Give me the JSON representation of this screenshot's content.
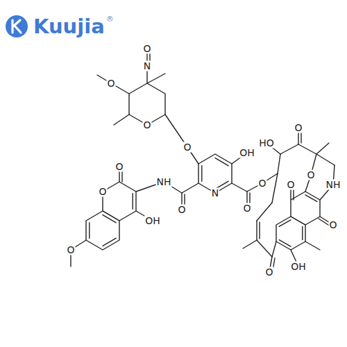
{
  "diagram": {
    "labels": [
      "Kuujia",
      "®",
      "O",
      "N",
      "O",
      "O",
      "O",
      "OH",
      "N",
      "NH",
      "O",
      "O",
      "O",
      "HO",
      "O",
      "O",
      "NH",
      "O",
      "O",
      "O",
      "OH",
      "O",
      "O",
      "OH",
      "O"
    ]
  }
}
